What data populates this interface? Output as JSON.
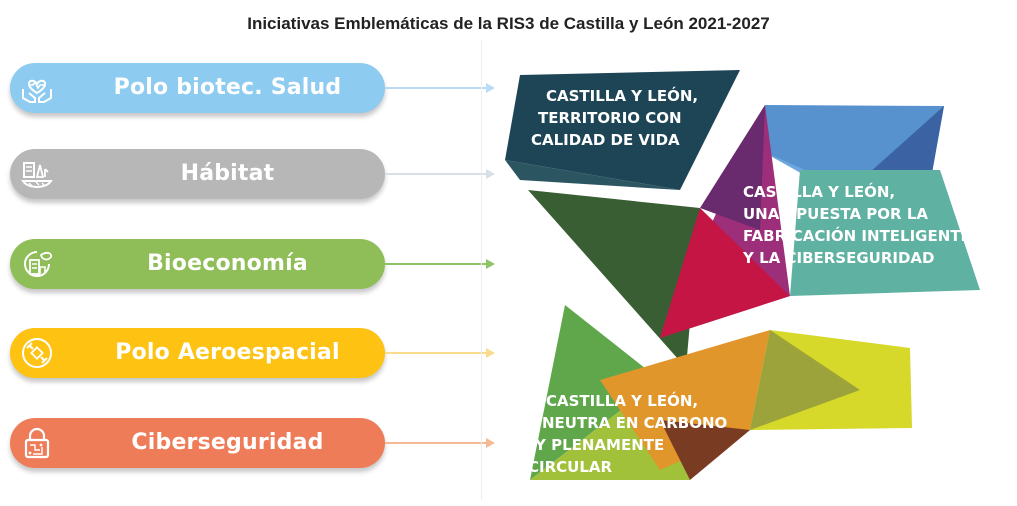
{
  "title": "Iniciativas Emblemáticas de la RIS3 de Castilla y León 2021-2027",
  "initiatives": [
    {
      "label": "Polo biotec. Salud",
      "icon": "heart-hands-icon",
      "color": "#8ecbf0",
      "arrow_color": "#b9dcf3"
    },
    {
      "label": "Hábitat",
      "icon": "buildings-nature-icon",
      "color": "#b7b7b7",
      "arrow_color": "#d7dfe8"
    },
    {
      "label": "Bioeconomía",
      "icon": "eco-building-icon",
      "color": "#8fbd57",
      "arrow_color": "#8fc466"
    },
    {
      "label": "Polo Aeroespacial",
      "icon": "satellite-icon",
      "color": "#fdc212",
      "arrow_color": "#f9dc8e"
    },
    {
      "label": "Ciberseguridad",
      "icon": "lock-circuit-icon",
      "color": "#ef7c59",
      "arrow_color": "#f5b993"
    }
  ],
  "priorities": [
    {
      "lines": [
        "CASTILLA Y LEÓN,",
        "TERRITORIO CON",
        "CALIDAD DE VIDA"
      ]
    },
    {
      "lines": [
        "CASTILLA Y LEÓN,",
        "UNA APUESTA POR LA",
        "FABRICACIÓN INTELIGENTE",
        "Y LA CIBERSEGURIDAD"
      ]
    },
    {
      "lines": [
        "CASTILLA Y LEÓN,",
        "NEUTRA EN CARBONO",
        "Y PLENAMENTE",
        "CIRCULAR"
      ]
    }
  ]
}
